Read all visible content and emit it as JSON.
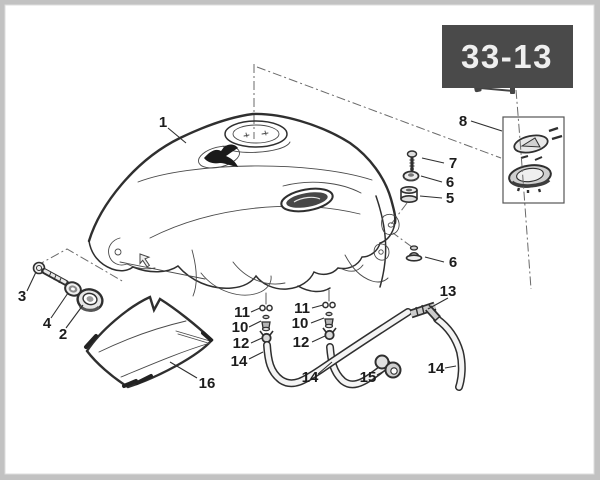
{
  "page": {
    "code": "33-13"
  },
  "diagram": {
    "type": "exploded-parts-diagram",
    "subject": "Motorcycle fuel tank assembly",
    "callouts": [
      "1",
      "7",
      "6",
      "5",
      "8",
      "6",
      "3",
      "4",
      "2",
      "16",
      "11",
      "10",
      "12",
      "14",
      "11",
      "10",
      "12",
      "14",
      "13",
      "14",
      "15"
    ],
    "part_numbers_visible": [
      "1",
      "2",
      "3",
      "4",
      "5",
      "6",
      "7",
      "8",
      "10",
      "11",
      "12",
      "13",
      "14",
      "15",
      "16"
    ]
  },
  "icons": {
    "cursor": "mouse-pointer-arrow",
    "key": "ignition-key"
  },
  "colors": {
    "line": "#2f2f2f",
    "page_code_bg": "#4a4a4a",
    "page_code_text": "#efefef",
    "frame_border": "#c2c2c2",
    "paper": "#ffffff",
    "centerline": "#6a6a6a"
  }
}
